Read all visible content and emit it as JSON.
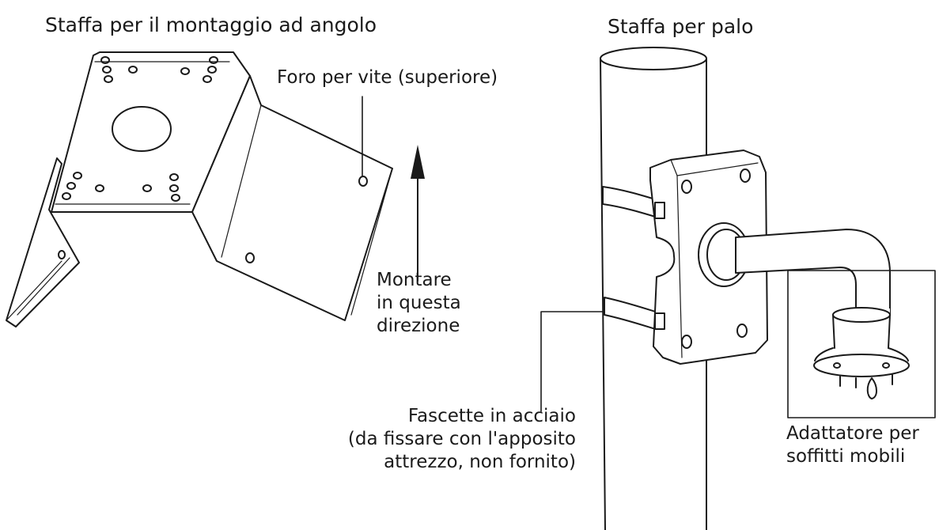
{
  "corner_bracket": {
    "title": "Staffa per il montaggio ad angolo",
    "screw_hole_label": "Foro per vite (superiore)",
    "direction_label": [
      "Montare",
      "in questa",
      "direzione"
    ]
  },
  "pole_bracket": {
    "title": "Staffa per palo",
    "straps_label": [
      "Fascette in acciaio",
      "(da fissare con l'apposito",
      "attrezzo, non fornito)"
    ],
    "adapter_label": [
      "Adattatore per",
      "soffitti mobili"
    ]
  },
  "colors": {
    "line": "#1a1a1a",
    "fill": "#ffffff",
    "shade": "#d6d6d6"
  }
}
